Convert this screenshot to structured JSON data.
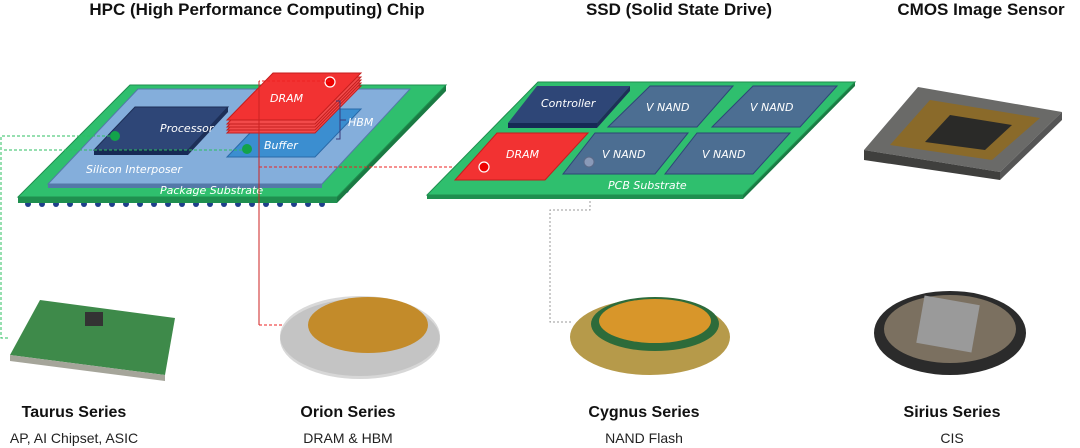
{
  "sections": {
    "hpc": {
      "title": "HPC (High Performance Computing) Chip",
      "processor": "Processor",
      "dram": "DRAM",
      "buffer": "Buffer",
      "hbm": "HBM",
      "interposer": "Silicon Interposer",
      "substrate": "Package Substrate"
    },
    "ssd": {
      "title": "SSD (Solid State Drive)",
      "controller": "Controller",
      "vnand": [
        "V NAND",
        "V NAND",
        "V NAND",
        "V NAND"
      ],
      "dram": "DRAM",
      "substrate": "PCB Substrate"
    },
    "cmos": {
      "title": "CMOS Image Sensor"
    }
  },
  "products": [
    {
      "name": "Taurus Series",
      "desc": "AP, AI Chipset, ASIC"
    },
    {
      "name": "Orion Series",
      "desc": "DRAM & HBM"
    },
    {
      "name": "Cygnus Series",
      "desc": "NAND Flash"
    },
    {
      "name": "Sirius Series",
      "desc": "CIS"
    }
  ],
  "colors": {
    "substrate": "#2fbf6e",
    "interposer": "#84aedb",
    "processor": "#2e4677",
    "dram": "#f23232",
    "buffer": "#3b8ed0",
    "vnand": "#4c6e92"
  }
}
